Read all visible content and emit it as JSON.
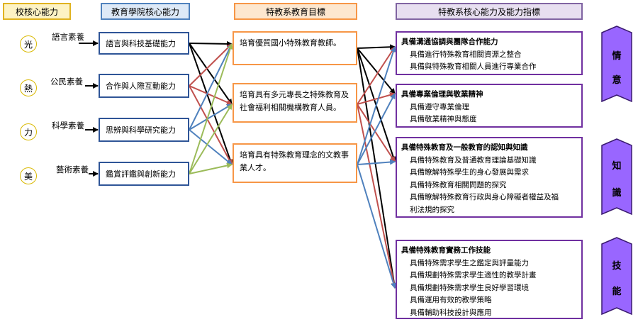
{
  "headers": {
    "school": "校核心能力",
    "college": "教育學院核心能力",
    "department_goals": "特教系教育目標",
    "department_abilities": "特教系核心能力及能力指標"
  },
  "school_core": [
    {
      "char": "光",
      "literacy": "語言素養"
    },
    {
      "char": "熱",
      "literacy": "公民素養"
    },
    {
      "char": "力",
      "literacy": "科學素養"
    },
    {
      "char": "美",
      "literacy": "藝術素養"
    }
  ],
  "college_core": [
    "語言與科技基礎能力",
    "合作與人際互動能力",
    "思辨與科學研究能力",
    "鑑賞評鑑與創新能力"
  ],
  "department_goals": [
    "培育優質國小特殊教育教師。",
    "培育具有多元專長之特殊教育及社會福利相關機構教育人員。",
    "培育具有特殊教育理念的文教事業人才。"
  ],
  "abilities": [
    {
      "title": "具備溝通協調與團隊合作能力",
      "items": [
        "具備進行特殊教育相關資源之整合",
        "具備與特殊教育相關人員進行專業合作"
      ]
    },
    {
      "title": "具備專業倫理與敬業精神",
      "items": [
        "具備遵守專業倫理",
        "具備敬業精神與態度"
      ]
    },
    {
      "title": "具備特殊教育及一般教育的認知與知識",
      "items": [
        "具備特殊教育及普通教育理論基礎知識",
        "具備瞭解特殊學生的身心發展與需求",
        "具備特殊教育相關問題的探究",
        "具備瞭解特殊教育行政與身心障礙者權益及福",
        "利法規的探究"
      ]
    },
    {
      "title": "具備特殊教育實務工作技能",
      "items": [
        "具備特殊需求學生之鑑定與評量能力",
        "具備規劃特殊需求學生適性的教學計畫",
        "具備規劃特殊需求學生良好學習環境",
        "具備運用有效的教學策略",
        "具備輔助科技設計與應用"
      ]
    }
  ],
  "banners": [
    {
      "chars": [
        "情",
        "意"
      ]
    },
    {
      "chars": [
        "知",
        "識"
      ]
    },
    {
      "chars": [
        "技",
        "能"
      ]
    }
  ],
  "colors": {
    "black": "#000000",
    "red": "#c0504d",
    "blue": "#4f81bd",
    "green": "#9bbb59",
    "banner_fill": "#9966ff"
  }
}
